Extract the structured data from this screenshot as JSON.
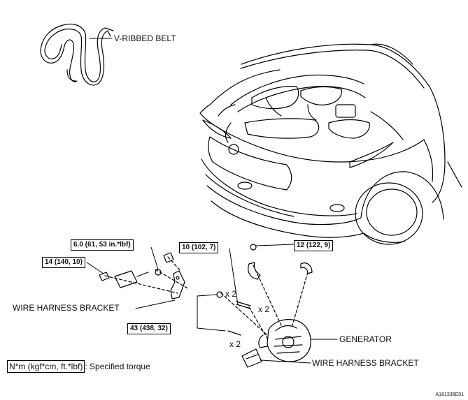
{
  "labels": {
    "belt": "V-RIBBED BELT",
    "bracket_left": "WIRE HARNESS BRACKET",
    "generator": "GENERATOR",
    "bracket_right": "WIRE HARNESS BRACKET"
  },
  "torques": {
    "t1": "6.0 (61, 53 in.*lbf)",
    "t2": "14 (140, 10)",
    "t3": "10 (102, 7)",
    "t4": "12 (122, 9)",
    "t5": "43 (438, 32)"
  },
  "multipliers": {
    "m1": "x 2",
    "m2": "x 2",
    "m3": "x 2"
  },
  "legend": {
    "unit": "N*m (kgf*cm, ft.*lbf)",
    "text": ": Specified torque"
  },
  "figure_id": "A181336E01"
}
